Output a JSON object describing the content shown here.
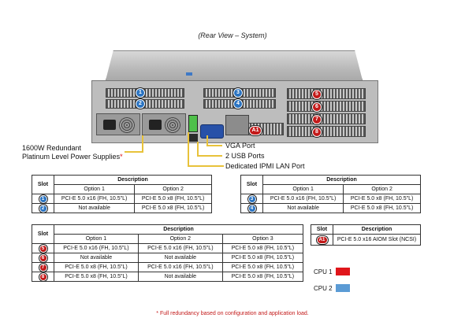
{
  "caption": "(Rear View – System)",
  "callouts": {
    "psu_line1": "1600W Redundant",
    "psu_line2": "Platinum Level Power Supplies",
    "psu_star": "*",
    "vga": "VGA Port",
    "usb": "2 USB Ports",
    "ipmi": "Dedicated IPMI LAN Port"
  },
  "badges": {
    "b1": "1",
    "b2": "2",
    "b3": "3",
    "b4": "4",
    "b5": "5",
    "b6": "6",
    "b7": "7",
    "b8": "8",
    "a1": "A1"
  },
  "colors": {
    "cpu1": "#e0161b",
    "cpu2": "#5b9bd5",
    "line": "#e8c23a"
  },
  "table_a": {
    "h_slot": "Slot",
    "h_desc": "Description",
    "opt1": "Option 1",
    "opt2": "Option 2",
    "rows": [
      {
        "slot": "1",
        "o1": "PCI-E 5.0 x16 (FH, 10.5\"L)",
        "o2": "PCI-E 5.0 x8 (FH, 10.5\"L)"
      },
      {
        "slot": "2",
        "o1": "Not available",
        "o2": "PCI-E 5.0 x8 (FH, 10.5\"L)"
      }
    ]
  },
  "table_b": {
    "h_slot": "Slot",
    "h_desc": "Description",
    "opt1": "Option 1",
    "opt2": "Option 2",
    "rows": [
      {
        "slot": "3",
        "o1": "PCI-E 5.0 x16 (FH, 10.5\"L)",
        "o2": "PCI-E 5.0 x8 (FH, 10.5\"L)"
      },
      {
        "slot": "4",
        "o1": "Not available",
        "o2": "PCI-E 5.0 x8 (FH, 10.5\"L)"
      }
    ]
  },
  "table_c": {
    "h_slot": "Slot",
    "h_desc": "Description",
    "opt1": "Option 1",
    "opt2": "Option 2",
    "opt3": "Option 3",
    "rows": [
      {
        "slot": "5",
        "o1": "PCI-E 5.0 x16 (FH, 10.5\"L)",
        "o2": "PCI-E 5.0 x16 (FH, 10.5\"L)",
        "o3": "PCI-E 5.0 x8 (FH, 10.5\"L)"
      },
      {
        "slot": "6",
        "o1": "Not available",
        "o2": "Not available",
        "o3": "PCI-E 5.0 x8 (FH, 10.5\"L)"
      },
      {
        "slot": "7",
        "o1": "PCI-E 5.0 x8 (FH, 10.5\"L)",
        "o2": "PCI-E 5.0 x16 (FH, 10.5\"L)",
        "o3": "PCI-E 5.0 x8 (FH, 10.5\"L)"
      },
      {
        "slot": "8",
        "o1": "PCI-E 5.0 x8 (FH, 10.5\"L)",
        "o2": "Not available",
        "o3": "PCI-E 5.0 x8 (FH, 10.5\"L)"
      }
    ]
  },
  "table_d": {
    "h_slot": "Slot",
    "h_desc": "Description",
    "rows": [
      {
        "slot": "A1",
        "desc": "PCI-E 5.0 x16 AIOM Slot (NCSI)"
      }
    ]
  },
  "legend": {
    "cpu1": "CPU 1",
    "cpu2": "CPU 2"
  },
  "footnote": "* Full redundancy based on configuration and application load."
}
